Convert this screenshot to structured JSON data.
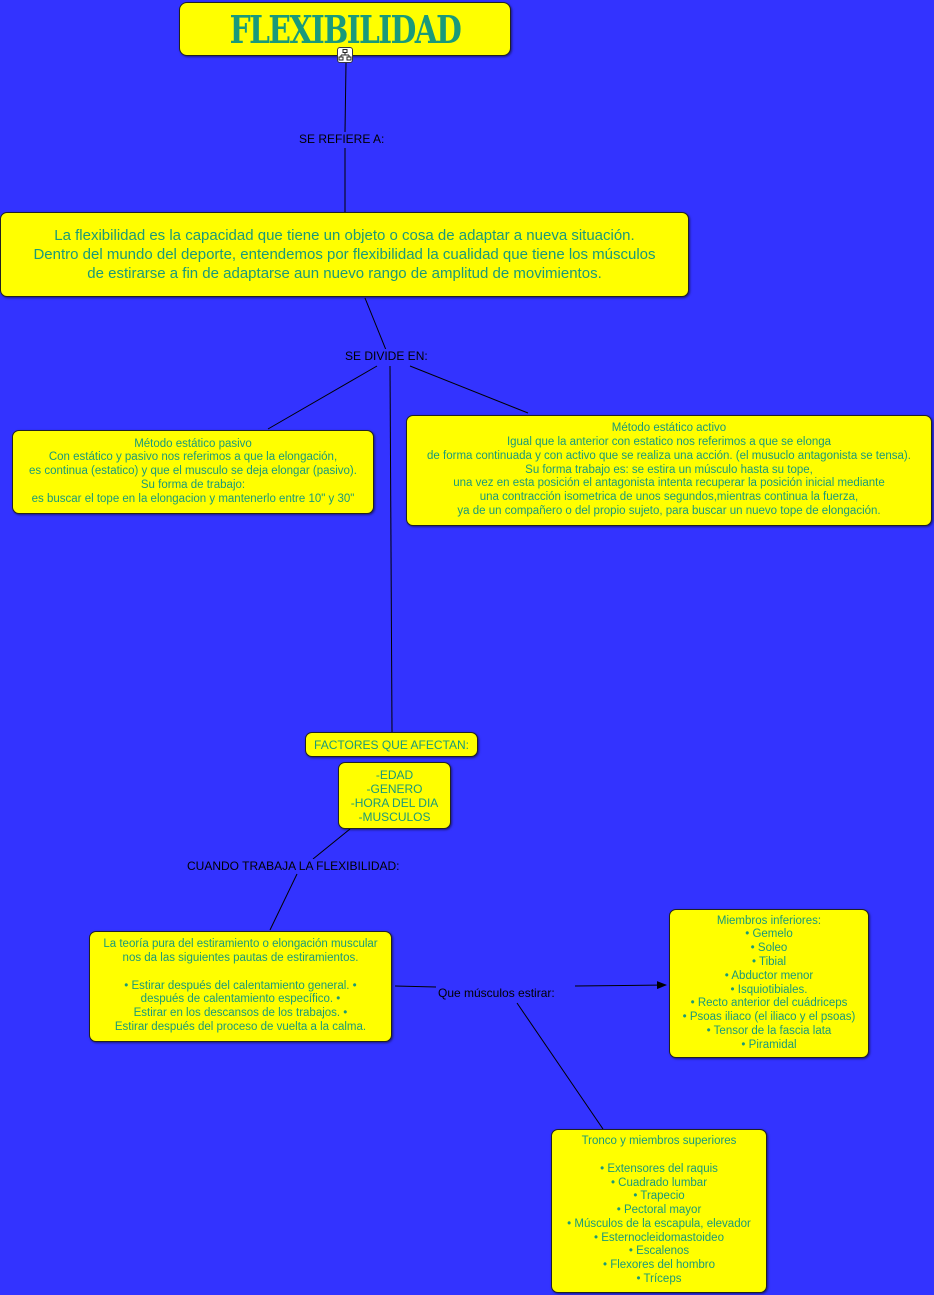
{
  "title": "FLEXIBILIDAD",
  "link_labels": {
    "refiere": "SE REFIERE A:",
    "divide": "SE DIVIDE EN:",
    "cuando": "CUANDO TRABAJA LA FLEXIBILIDAD:",
    "musculos": "Que músculos estirar:"
  },
  "definition": [
    "La flexibilidad es la capacidad que tiene un objeto o cosa de adaptar a nueva situación.",
    "Dentro del mundo del deporte, entendemos por flexibilidad la cualidad que tiene los músculos",
    "de estirarse a fin de adaptarse aun nuevo rango de amplitud de movimientos."
  ],
  "pasivo": [
    "Método estático pasivo",
    "Con estático y pasivo nos referimos a que la elongación,",
    "es continua (estatico) y que el musculo se deja elongar (pasivo).",
    "Su forma de trabajo:",
    "es buscar el tope en la elongacion y mantenerlo entre 10\" y 30\""
  ],
  "activo": [
    "Método estático activo",
    "Igual que la anterior con estatico nos referimos a que se elonga",
    "de forma continuada y con activo que se realiza una acción. (el musuclo antagonista se tensa).",
    "Su forma trabajo es: se estira un músculo hasta su tope,",
    "una vez en esta posición el antagonista intenta recuperar la posición inicial mediante",
    "una contracción isometrica de unos segundos,mientras continua la fuerza,",
    "ya de un compañero o del propio sujeto, para buscar un nuevo tope de elongación."
  ],
  "factores_title": "FACTORES QUE AFECTAN:",
  "factores": [
    "-EDAD",
    "-GENERO",
    "-HORA DEL DIA",
    "-MUSCULOS"
  ],
  "teoria": [
    "La teoría pura del estiramiento o elongación muscular",
    "nos da las siguientes pautas de estiramientos.",
    "",
    "• Estirar después del calentamiento general. •",
    "después de calentamiento específico. •",
    "Estirar en los descansos de los trabajos. •",
    "Estirar después del proceso de vuelta a la calma."
  ],
  "inferiores": [
    "Miembros inferiores:",
    "• Gemelo",
    "• Soleo",
    "• Tibial",
    "• Abductor menor",
    "• Isquiotibiales.",
    "• Recto anterior del cuádriceps",
    "• Psoas iliaco (el iliaco y el psoas)",
    "• Tensor de la fascia lata",
    "• Piramidal"
  ],
  "superiores": [
    "Tronco y miembros superiores",
    "",
    "• Extensores del raquis",
    "• Cuadrado lumbar",
    "• Trapecio",
    "• Pectoral mayor",
    "• Músculos de la escapula, elevador",
    "• Esternocleidomastoideo",
    "• Escalenos",
    "• Flexores del hombro",
    "• Tríceps"
  ],
  "colors": {
    "background": "#3333ff",
    "box_fill": "#ffff00",
    "box_text": "#1a9a7a",
    "link_text": "#000000"
  }
}
